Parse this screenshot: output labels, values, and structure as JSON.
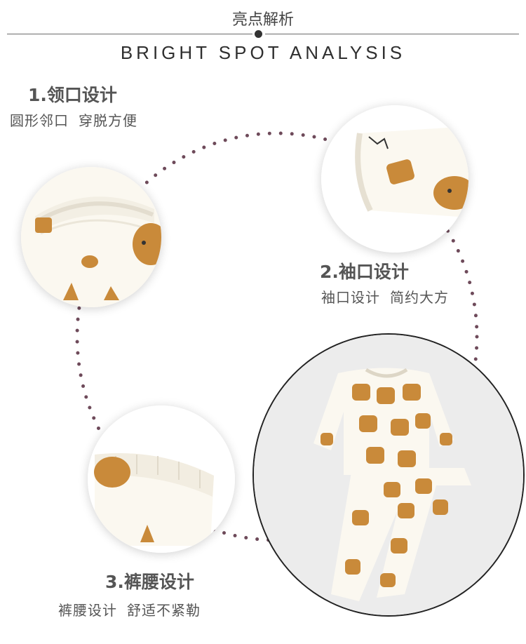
{
  "header": {
    "title": "亮点解析",
    "subtitle": "BRIGHT SPOT ANALYSIS"
  },
  "features": [
    {
      "title": "1.领口设计",
      "desc_a": "圆形邻口",
      "desc_b": "穿脱方便"
    },
    {
      "title": "2.袖口设计",
      "desc_a": "袖口设计",
      "desc_b": "简约大方"
    },
    {
      "title": "3.裤腰设计",
      "desc_a": "裤腰设计",
      "desc_b": "舒适不紧勒"
    }
  ],
  "colors": {
    "accent_dots": "#6e4a5a",
    "print_brown": "#c98a3a",
    "fabric": "#fbf8f0"
  }
}
